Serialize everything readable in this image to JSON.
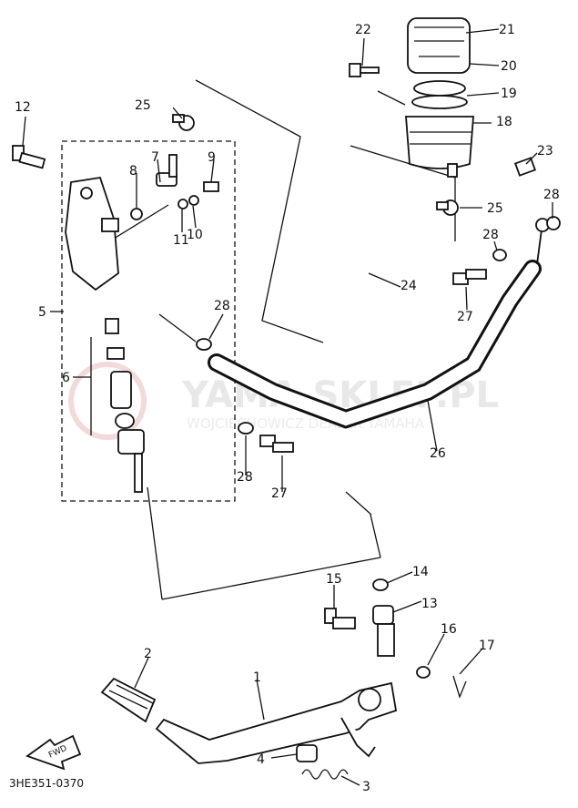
{
  "watermark": {
    "brand": "YAMA-SKLEP.PL",
    "subline": "WOJCIECHOWICZ DEALER YAMAHA"
  },
  "diagram": {
    "code": "3HE351-0370",
    "fwd": "FWD",
    "callouts": {
      "c1": "1",
      "c2": "2",
      "c3": "3",
      "c4": "4",
      "c5": "5",
      "c6": "6",
      "c7": "7",
      "c8": "8",
      "c9": "9",
      "c10": "10",
      "c11": "11",
      "c12": "12",
      "c13": "13",
      "c14": "14",
      "c15": "15",
      "c16": "16",
      "c17": "17",
      "c18": "18",
      "c19": "19",
      "c20": "20",
      "c21": "21",
      "c22": "22",
      "c23": "23",
      "c24": "24",
      "c25a": "25",
      "c25b": "25",
      "c26": "26",
      "c27a": "27",
      "c27b": "27",
      "c28a": "28",
      "c28b": "28",
      "c28c": "28",
      "c28d": "28"
    }
  }
}
